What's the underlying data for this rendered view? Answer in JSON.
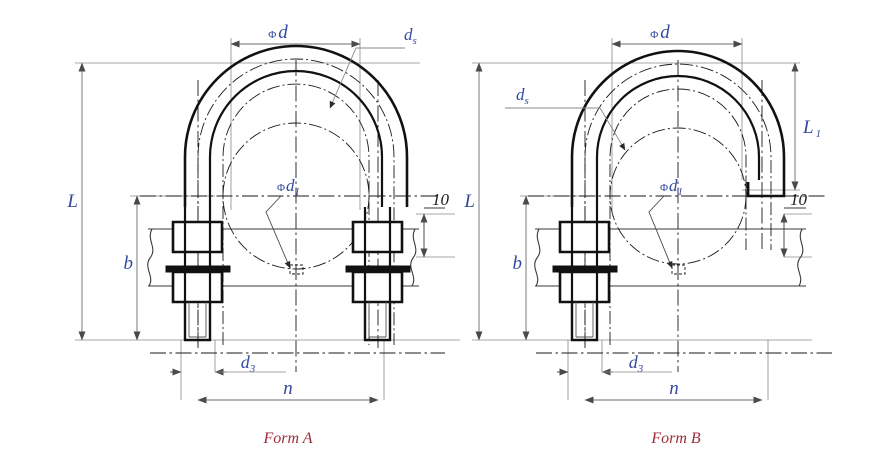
{
  "drawing": {
    "title": "U-Bolt Dimension Drawing",
    "background_color": "#ffffff",
    "label_color": "#33489e",
    "caption_color": "#9e2a3a",
    "line_color": "#1a1a1a",
    "dim_line_color": "#6b6b6b"
  },
  "form_a": {
    "caption": "Form A",
    "labels": {
      "phi": "Φ",
      "d": "d",
      "ds": "d",
      "ds_sub": "s",
      "d1": "d",
      "d1_sub": "1",
      "d3": "d",
      "d3_sub": "3",
      "L": "L",
      "b": "b",
      "n": "n",
      "ten": "10"
    }
  },
  "form_b": {
    "caption": "Form B",
    "labels": {
      "phi": "Φ",
      "d": "d",
      "ds": "d",
      "ds_sub": "s",
      "d1": "d",
      "d1_sub": "1",
      "d3": "d",
      "d3_sub": "3",
      "L": "L",
      "L1": "L",
      "L1_sub": "1",
      "b": "b",
      "n": "n",
      "ten": "10"
    }
  }
}
